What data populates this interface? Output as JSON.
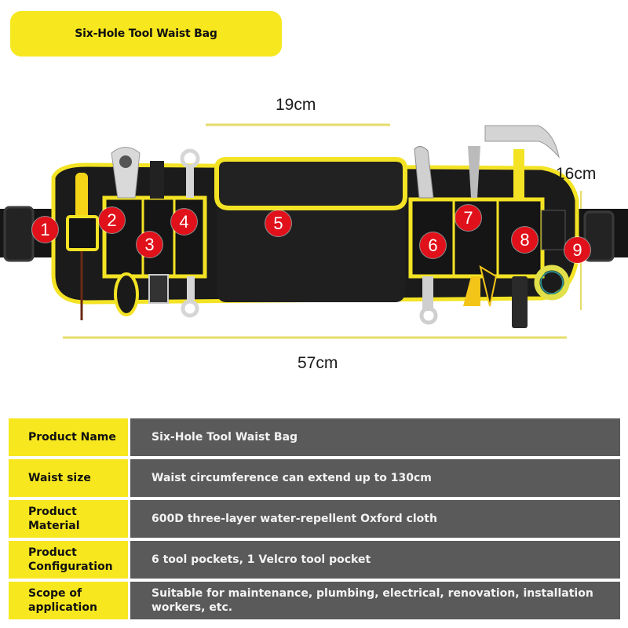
{
  "title": "Six-Hole Tool Waist Bag",
  "dimensions": {
    "width_pocket": "19cm",
    "height": "16cm",
    "total_length": "57cm"
  },
  "callouts": [
    "1",
    "2",
    "3",
    "4",
    "5",
    "6",
    "7",
    "8",
    "9"
  ],
  "colors": {
    "accent_yellow": "#f7e71f",
    "value_gray": "#5a5a5a",
    "badge_red": "#e0111a",
    "bag_black": "#1d1d1d"
  },
  "specs": [
    {
      "label": "Product Name",
      "value": "Six-Hole Tool Waist Bag"
    },
    {
      "label": "Waist size",
      "value": "Waist circumference can extend up to 130cm"
    },
    {
      "label": "Product\nMaterial",
      "value": "600D three-layer water-repellent Oxford cloth"
    },
    {
      "label": "Product\nConfiguration",
      "value": "6 tool pockets, 1 Velcro tool pocket"
    },
    {
      "label": "Scope of\napplication",
      "value": "Suitable for maintenance, plumbing, electrical, renovation, installation\nworkers, etc."
    }
  ]
}
